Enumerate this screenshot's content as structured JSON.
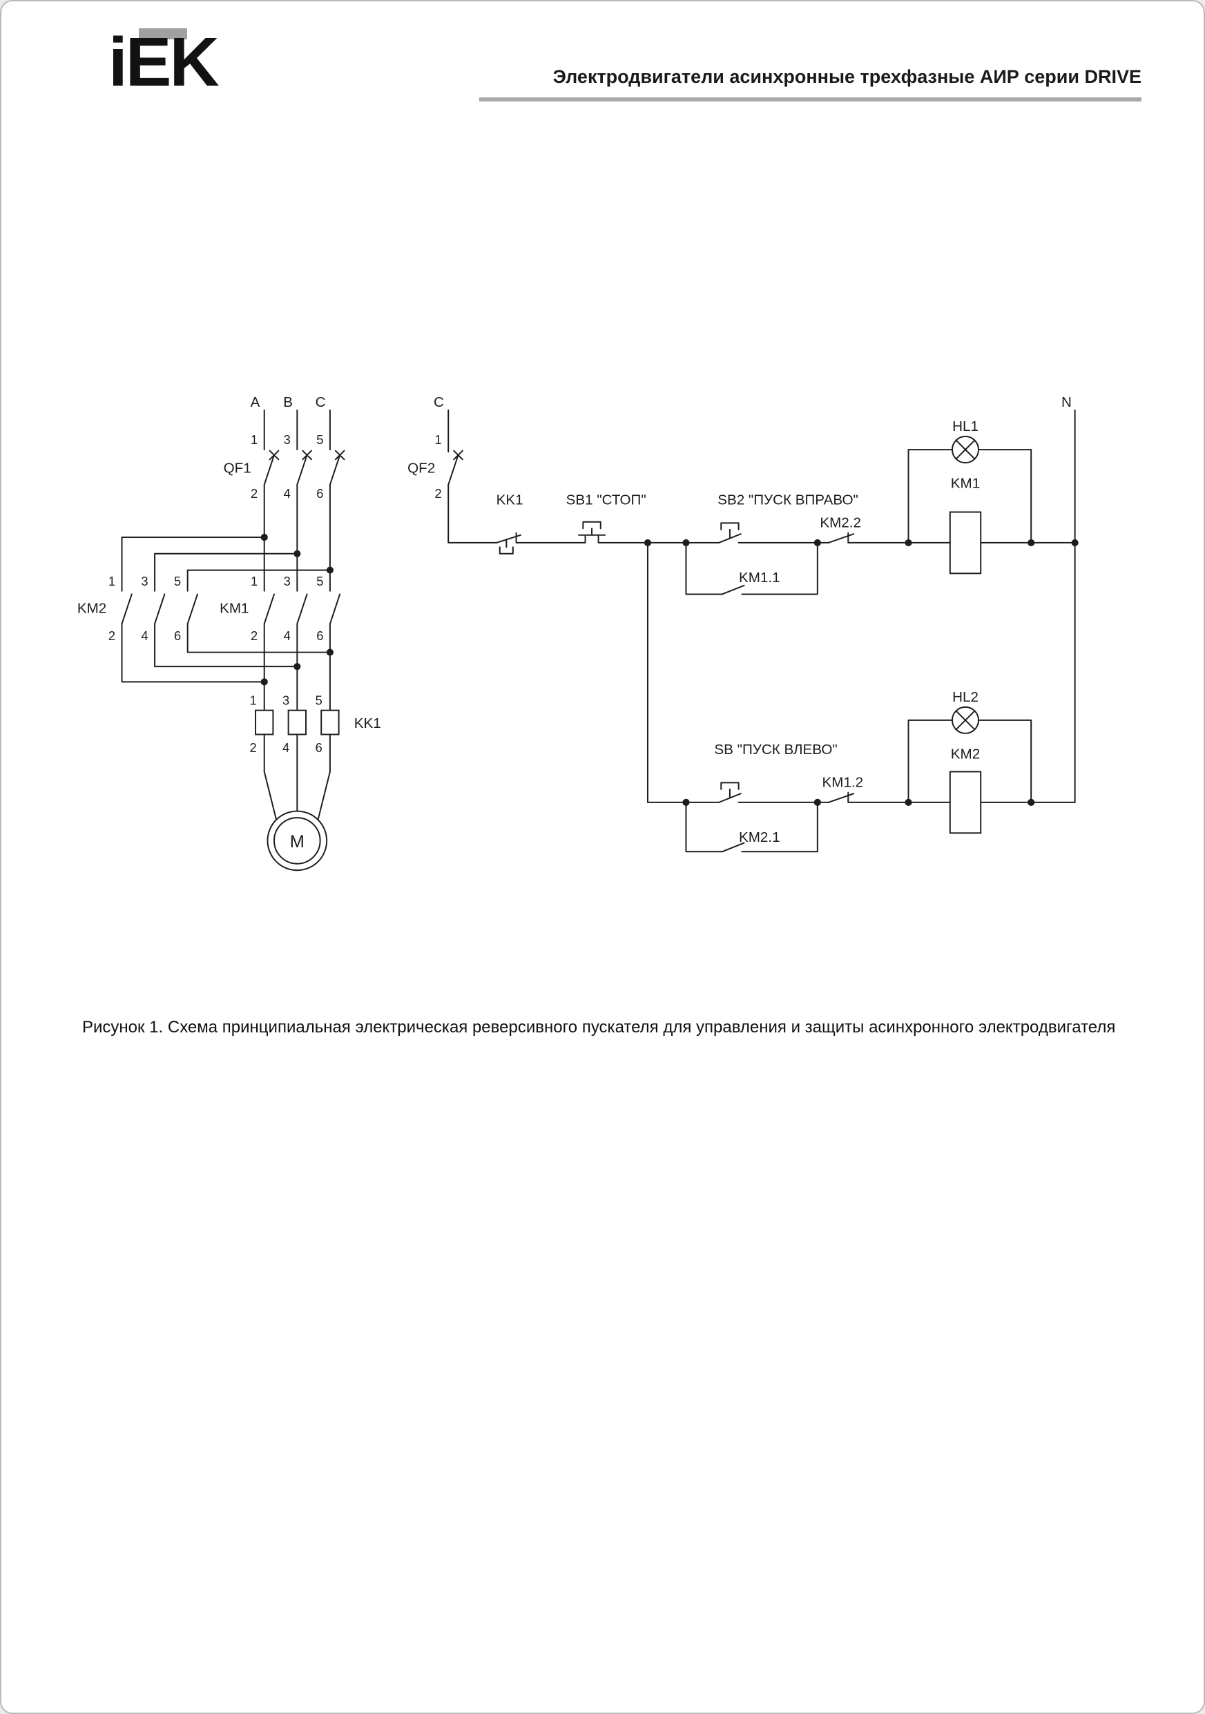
{
  "header": {
    "logo_text": "iEK",
    "title": "Электродвигатели асинхронные трехфазные АИР серии DRIVE"
  },
  "caption": "Рисунок 1. Схема принципиальная электрическая реверсивного пускателя для управления и защиты асинхронного электродвигателя",
  "colors": {
    "line": "#1d1d1b",
    "rule_gray": "#a9a9a9",
    "logo_gray": "#a0a0a2"
  },
  "diagram": {
    "type": "schematic",
    "phase_a": "A",
    "phase_b": "B",
    "phase_c": "C",
    "control_phase": "C",
    "neutral": "N",
    "qf1": "QF1",
    "qf2": "QF2",
    "km1_main": "KM1",
    "km2_main": "KM2",
    "kk1_main": "KK1",
    "kk1_aux": "KK1",
    "sb1_stop": "SB1 \"СТОП\"",
    "sb2_start_right": "SB2 \"ПУСК ВПРАВО\"",
    "sb_start_left": "SB \"ПУСК ВЛЕВО\"",
    "km1_1": "KM1.1",
    "km2_2": "KM2.2",
    "km2_1": "KM2.1",
    "km1_2": "KM1.2",
    "hl1": "HL1",
    "hl2": "HL2",
    "km1_coil": "KM1",
    "km2_coil": "KM2",
    "motor": "M",
    "t1": "1",
    "t2": "2",
    "t3": "3",
    "t4": "4",
    "t5": "5",
    "t6": "6"
  }
}
